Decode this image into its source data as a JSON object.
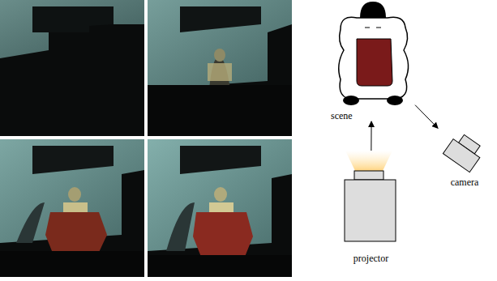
{
  "diagram": {
    "nodes": [
      {
        "text": [
          "scene"
        ]
      },
      {
        "text": [
          "camera"
        ]
      },
      {
        "text": [
          "projector"
        ]
      }
    ],
    "edges": [
      {
        "from": 2,
        "to": 0,
        "arrow": "to"
      },
      {
        "from": 0,
        "to": 1,
        "arrow": "to"
      }
    ]
  }
}
